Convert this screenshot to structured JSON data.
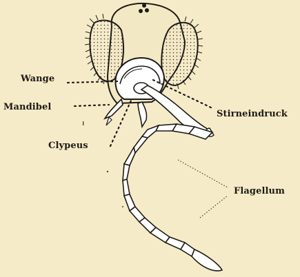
{
  "labels": {
    "wange": "Wange",
    "mandibel": "Mandibel",
    "clypeus": "Clypeus",
    "stirneindruck": "Stirneindruck",
    "flagellum": "Flagellum"
  },
  "colors": {
    "background": "#f6ebc8",
    "ink": "#1c1a17",
    "fill": "#ffffff"
  }
}
